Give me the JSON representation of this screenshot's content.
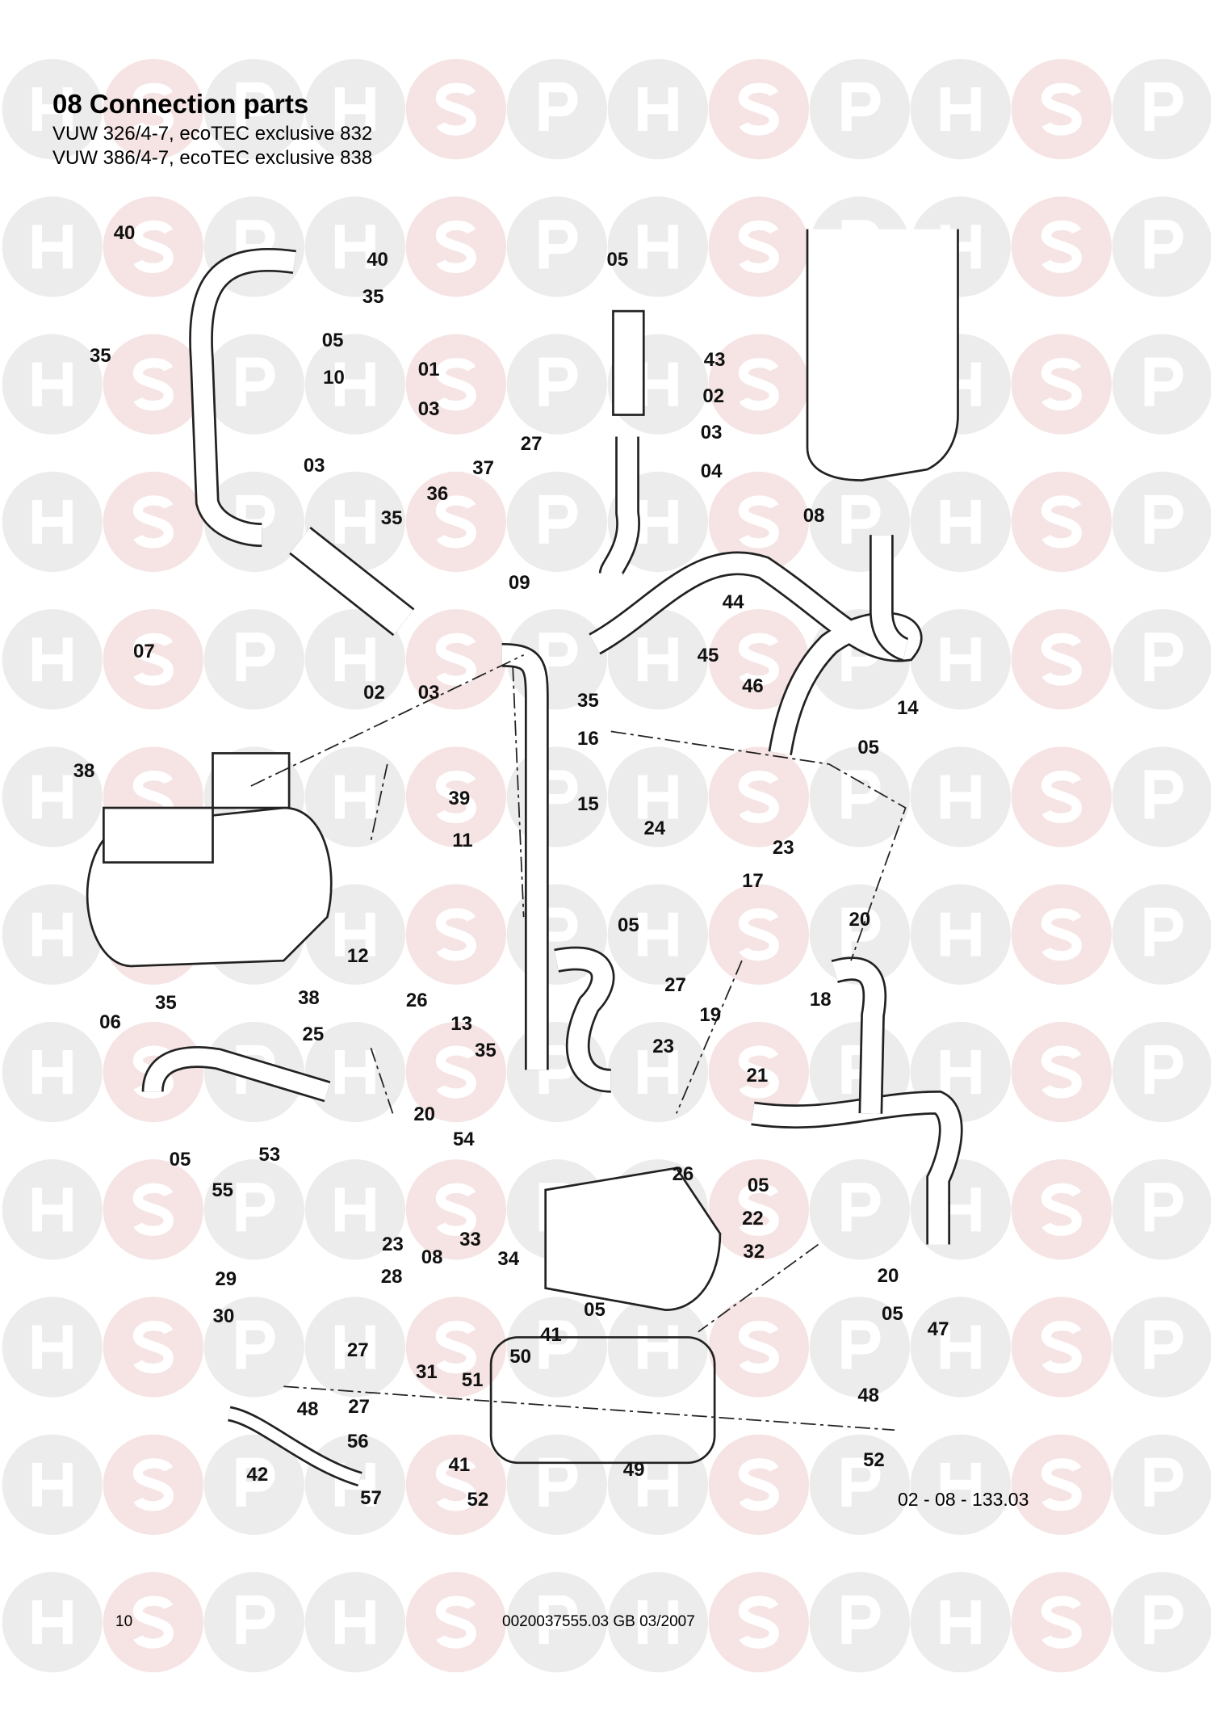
{
  "header": {
    "title": "08 Connection parts",
    "models": [
      "VUW 326/4-7, ecoTEC exclusive 832",
      "VUW 386/4-7, ecoTEC exclusive 838"
    ]
  },
  "watermark": {
    "letters": [
      "H",
      "S",
      "P"
    ],
    "colors": [
      "#ececec",
      "#f6e4e4"
    ]
  },
  "callouts": [
    "40",
    "35",
    "40",
    "35",
    "05",
    "10",
    "01",
    "03",
    "05",
    "02",
    "03",
    "43",
    "04",
    "27",
    "37",
    "36",
    "35",
    "03",
    "08",
    "09",
    "44",
    "45",
    "46",
    "14",
    "07",
    "02",
    "03",
    "35",
    "16",
    "05",
    "38",
    "15",
    "39",
    "24",
    "23",
    "11",
    "17",
    "05",
    "20",
    "12",
    "27",
    "18",
    "19",
    "06",
    "35",
    "38",
    "26",
    "25",
    "13",
    "35",
    "23",
    "21",
    "20",
    "54",
    "26",
    "05",
    "53",
    "55",
    "05",
    "22",
    "23",
    "32",
    "29",
    "28",
    "08",
    "33",
    "34",
    "05",
    "20",
    "05",
    "30",
    "27",
    "31",
    "41",
    "47",
    "50",
    "51",
    "27",
    "48",
    "56",
    "48",
    "41",
    "49",
    "42",
    "57",
    "52",
    "52"
  ],
  "figure_code": "02 - 08 - 133.03",
  "footer": {
    "page_number": "10",
    "doc_ref": "0020037555.03 GB 03/2007"
  }
}
